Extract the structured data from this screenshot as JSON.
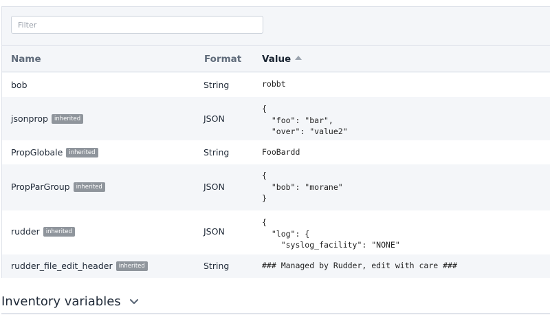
{
  "filter": {
    "placeholder": "Filter",
    "value": ""
  },
  "columns": {
    "name": "Name",
    "format": "Format",
    "value": "Value"
  },
  "rows": [
    {
      "name": "bob",
      "badge": "",
      "format": "String",
      "value": "robbt"
    },
    {
      "name": "jsonprop",
      "badge": "inherited",
      "format": "JSON",
      "value": "{\n  \"foo\": \"bar\",\n  \"over\": \"value2\""
    },
    {
      "name": "PropGlobale",
      "badge": "inherited",
      "format": "String",
      "value": "FooBardd"
    },
    {
      "name": "PropParGroup",
      "badge": "inherited",
      "format": "JSON",
      "value": "{\n  \"bob\": \"morane\"\n}"
    },
    {
      "name": "rudder",
      "badge": "inherited",
      "format": "JSON",
      "value": "{\n  \"log\": {\n    \"syslog_facility\": \"NONE\""
    },
    {
      "name": "rudder_file_edit_header",
      "badge": "inherited",
      "format": "String",
      "value": "### Managed by Rudder, edit with care ###"
    }
  ],
  "section": {
    "title": "Inventory variables",
    "icon": "chevron-down-icon"
  },
  "colors": {
    "badge": "#8f959c",
    "panel_bg": "#f4f6f9",
    "border": "#dfe3ea"
  }
}
